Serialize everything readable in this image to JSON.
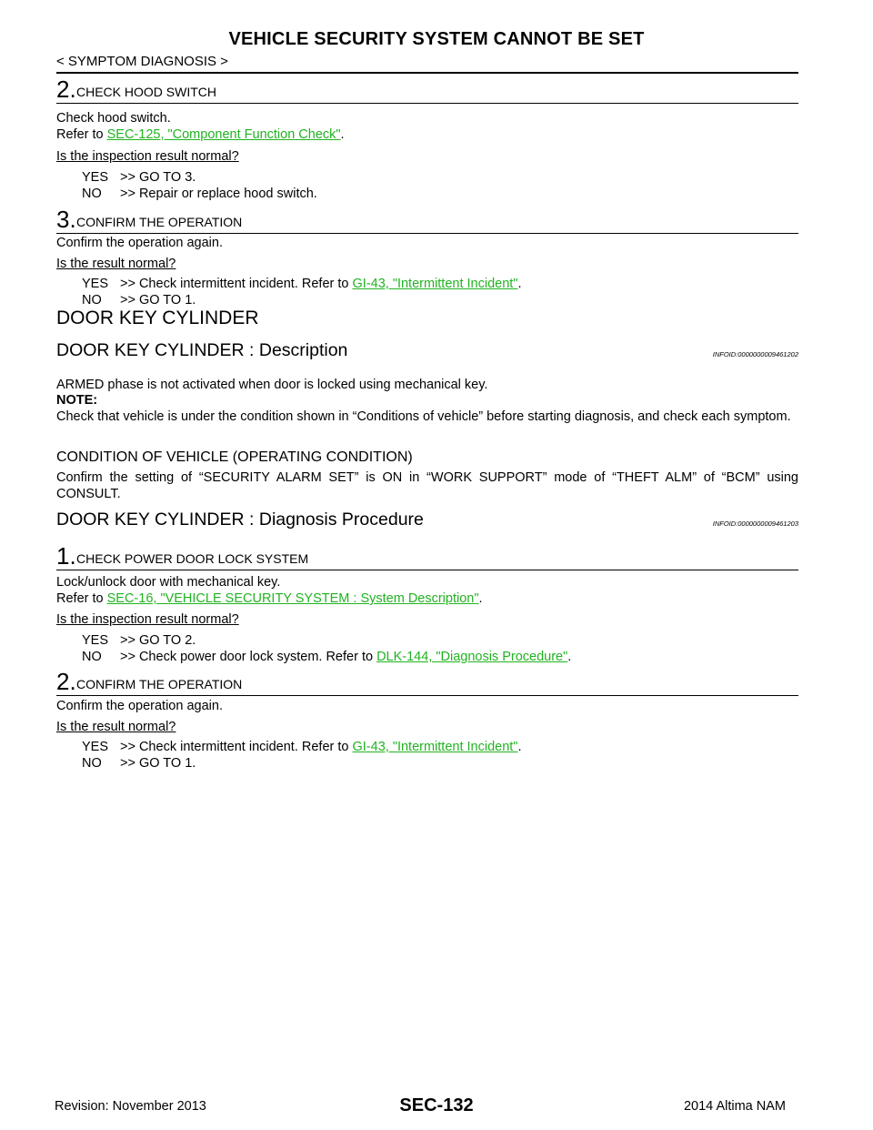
{
  "header": {
    "title": "VEHICLE SECURITY SYSTEM CANNOT BE SET",
    "breadcrumb": "< SYMPTOM DIAGNOSIS >"
  },
  "hood": {
    "step2": {
      "num": "2.",
      "label": "CHECK HOOD SWITCH"
    },
    "step2_line1": "Check hood switch.",
    "step2_refer": "Refer to ",
    "step2_link": "SEC-125, \"Component Function Check\"",
    "step2_end": ".",
    "step2_q": "Is the inspection result normal?",
    "step2_yes_k": "YES",
    "step2_yes": ">> GO TO 3.",
    "step2_no_k": "NO",
    "step2_no": ">> Repair or replace hood switch.",
    "step3": {
      "num": "3.",
      "label": "CONFIRM THE OPERATION"
    },
    "step3_line1": "Confirm the operation again.",
    "step3_q": "Is the result normal?",
    "step3_yes_k": "YES",
    "step3_yes": ">> Check intermittent incident. Refer to ",
    "step3_yes_link": "GI-43, \"Intermittent Incident\"",
    "step3_yes_end": ".",
    "step3_no_k": "NO",
    "step3_no": ">> GO TO 1."
  },
  "section": {
    "title": "DOOR KEY CYLINDER",
    "desc_title": "DOOR KEY CYLINDER : Description",
    "desc_info": "INFOID:0000000009461202",
    "desc_line1": "ARMED phase is not activated when door is locked using mechanical key.",
    "note_label": "NOTE:",
    "note_text": "Check that vehicle is under the condition shown in “Conditions of vehicle” before starting diagnosis, and check each symptom.",
    "cond_title": "CONDITION OF VEHICLE (OPERATING CONDITION)",
    "cond_text": "Confirm the setting of “SECURITY ALARM SET” is ON in “WORK SUPPORT” mode of “THEFT ALM” of “BCM” using CONSULT.",
    "diag_title": "DOOR KEY CYLINDER : Diagnosis Procedure",
    "diag_info": "INFOID:0000000009461203"
  },
  "diag": {
    "step1": {
      "num": "1.",
      "label": "CHECK POWER DOOR LOCK SYSTEM"
    },
    "step1_line1": "Lock/unlock door with mechanical key.",
    "step1_refer": "Refer to ",
    "step1_link": "SEC-16, \"VEHICLE SECURITY SYSTEM : System Description\"",
    "step1_end": ".",
    "step1_q": "Is the inspection result normal?",
    "step1_yes_k": "YES",
    "step1_yes": ">> GO TO 2.",
    "step1_no_k": "NO",
    "step1_no": ">> Check power door lock system. Refer to ",
    "step1_no_link": "DLK-144, \"Diagnosis Procedure\"",
    "step1_no_end": ".",
    "step2": {
      "num": "2.",
      "label": "CONFIRM THE OPERATION"
    },
    "step2_line1": "Confirm the operation again.",
    "step2_q": "Is the result normal?",
    "step2_yes_k": "YES",
    "step2_yes": ">> Check intermittent incident. Refer to ",
    "step2_yes_link": "GI-43, \"Intermittent Incident\"",
    "step2_yes_end": ".",
    "step2_no_k": "NO",
    "step2_no": ">> GO TO 1."
  },
  "footer": {
    "revision": "Revision: November 2013",
    "page": "SEC-132",
    "model": "2014 Altima NAM"
  },
  "colors": {
    "link": "#21b321",
    "text": "#000000"
  }
}
